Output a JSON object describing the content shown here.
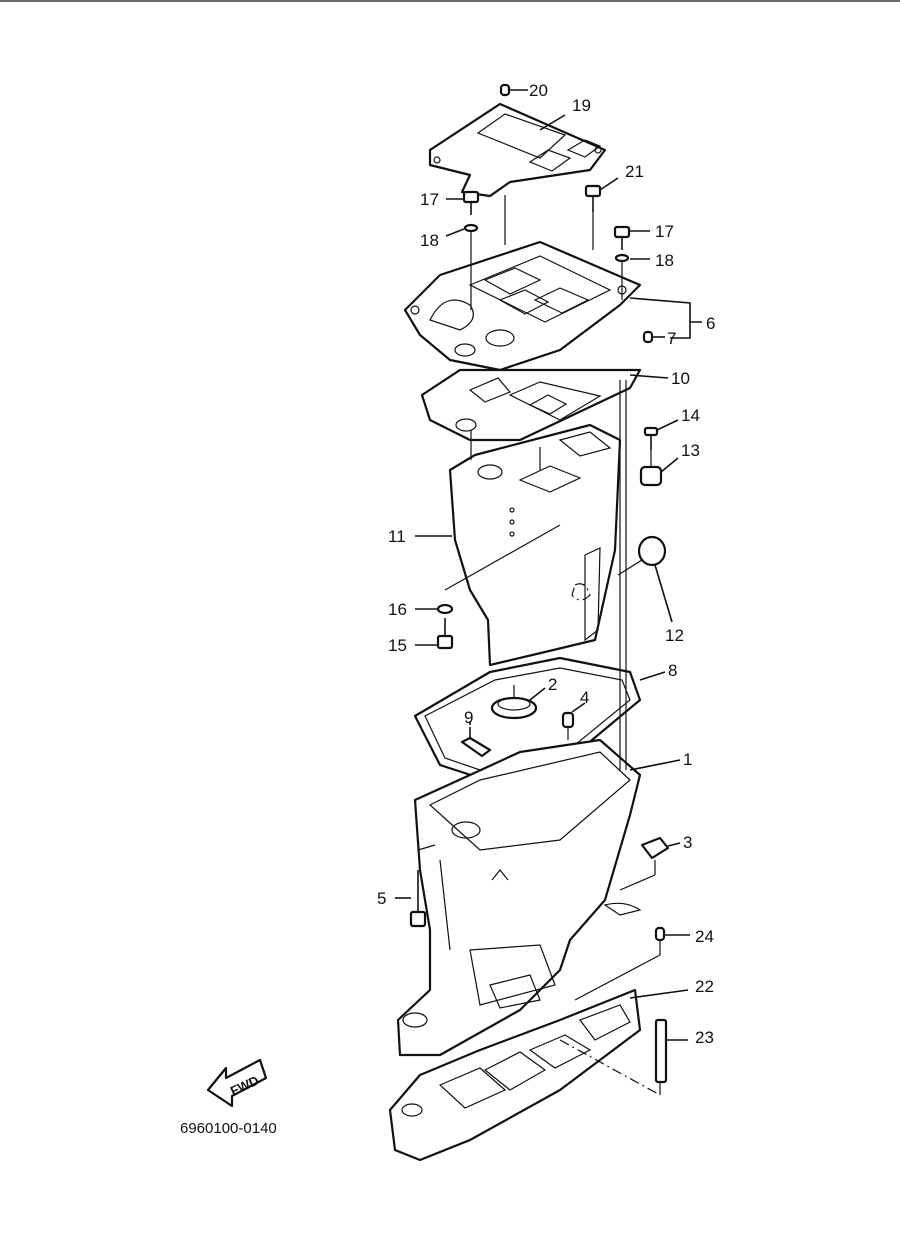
{
  "diagram_code": "6960100-0140",
  "fwd_label": "FWD",
  "callouts": {
    "p1": "1",
    "p2": "2",
    "p3": "3",
    "p4": "4",
    "p5": "5",
    "p6": "6",
    "p7": "7",
    "p8": "8",
    "p9": "9",
    "p10": "10",
    "p11": "11",
    "p12": "12",
    "p13": "13",
    "p14": "14",
    "p15": "15",
    "p16": "16",
    "p17a": "17",
    "p17b": "17",
    "p18a": "18",
    "p18b": "18",
    "p19": "19",
    "p20": "20",
    "p21": "21",
    "p22": "22",
    "p23": "23",
    "p24": "24"
  }
}
